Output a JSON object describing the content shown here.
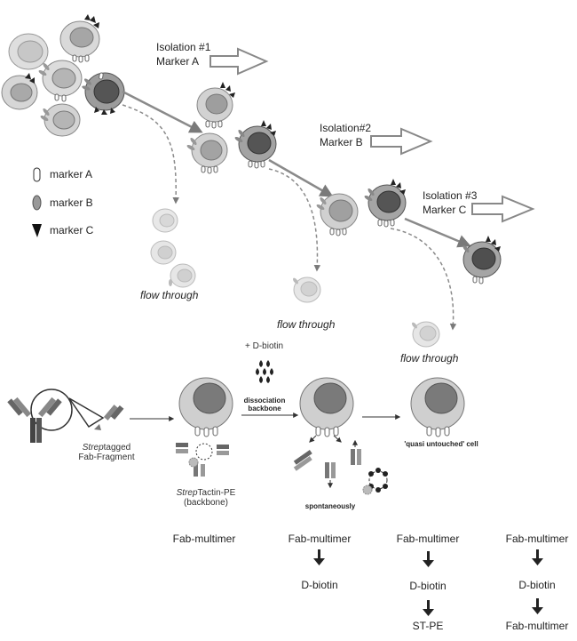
{
  "isolation": [
    {
      "title": "Isolation #1",
      "marker": "Marker A"
    },
    {
      "title": "Isolation#2",
      "marker": "Marker B"
    },
    {
      "title": "Isolation #3",
      "marker": "Marker C"
    }
  ],
  "legend": {
    "marker_a": "marker A",
    "marker_b": "marker B",
    "marker_c": "marker C"
  },
  "flow_through": "flow through",
  "fragment": {
    "italic": "Strep",
    "rest": "tagged",
    "line2": "Fab-Fragment"
  },
  "backbone": {
    "italic": "Strep",
    "rest": "Tactin-PE",
    "line2": "(backbone)"
  },
  "biotin_add": "+ D-biotin",
  "dissociation": {
    "line1": "dissociation",
    "line2": "backbone"
  },
  "spontaneously": "spontaneously",
  "quasi": "'quasi untouched' cell",
  "steps": [
    {
      "items": [
        "Fab-multimer"
      ]
    },
    {
      "items": [
        "Fab-multimer",
        "D-biotin"
      ]
    },
    {
      "items": [
        "Fab-multimer",
        "D-biotin",
        "ST-PE"
      ]
    },
    {
      "items": [
        "Fab-multimer",
        "D-biotin",
        "Fab-multimer"
      ]
    }
  ],
  "colors": {
    "cell_light": "#d4d4d4",
    "cell_mid": "#b0b0b0",
    "nucleus_mid": "#8c8c8c",
    "nucleus_dark": "#555555",
    "outline": "#666666",
    "arrow": "#808080"
  }
}
